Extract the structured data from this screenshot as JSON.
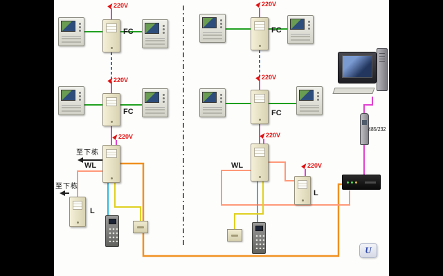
{
  "labels": {
    "power": "220V",
    "floor_distributor": "FC",
    "wall_distributor": "WL",
    "line_distributor": "L",
    "to_next_building": "至下栋",
    "serial_converter": "485/232",
    "logo": "U"
  },
  "colors": {
    "letterbox": "#000000",
    "canvas_background": "#fdfdfb",
    "power_label_red": "#e01010",
    "wire_video_green": "#1fa01f",
    "wire_power_magenta": "#e040d0",
    "wire_riser_blue_dashed": "#2f6fd6",
    "wire_audio_cyan": "#30b8e0",
    "wire_lock_yellow": "#e0d020",
    "wire_trunk_orange": "#f09020",
    "wire_branch_salmon": "#ff9878",
    "distributor_box_beige": "#e9e3c5"
  }
}
